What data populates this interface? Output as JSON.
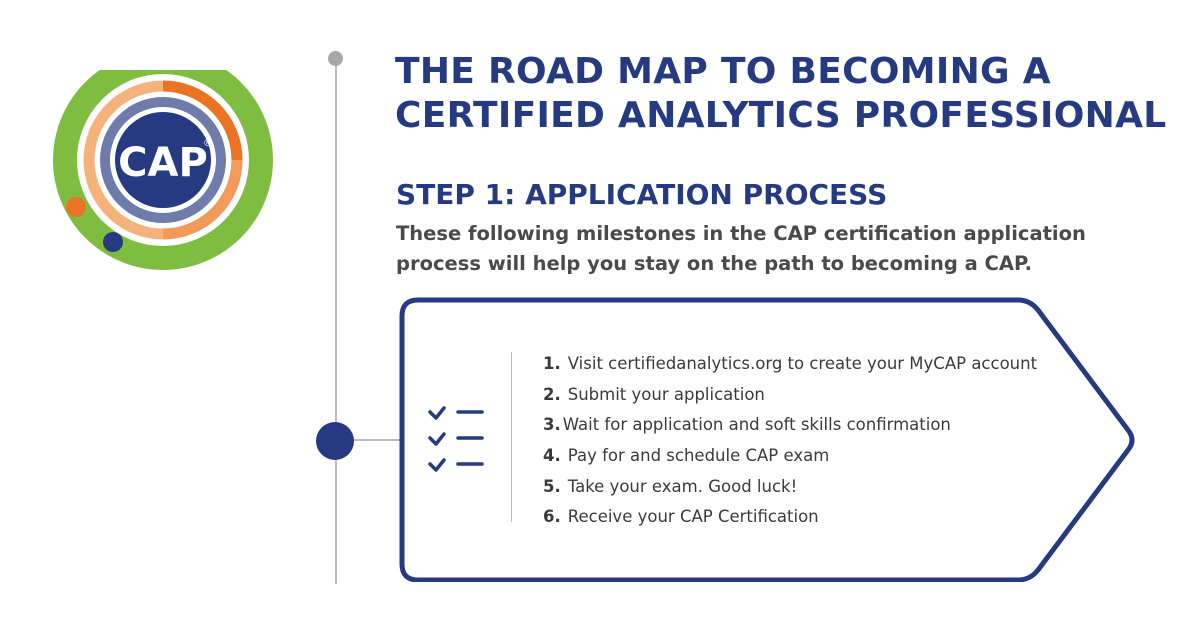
{
  "logo": {
    "text": "CAP",
    "registered_mark": "®",
    "colors": {
      "green": "#7ebd3f",
      "orange": "#ea7424",
      "peach": "#f6b27b",
      "navy": "#253a80",
      "slate": "#6f7bab"
    }
  },
  "header": {
    "title": "THE ROAD MAP TO BECOMING A\nCERTIFIED ANALYTICS PROFESSIONAL"
  },
  "step": {
    "title": "STEP 1: APPLICATION PROCESS",
    "description": "These following milestones in the CAP certification application process will help you stay on the path to becoming a CAP."
  },
  "milestones": [
    {
      "num": "1.",
      "text": "Visit certifiedanalytics.org to create your MyCAP account"
    },
    {
      "num": "2.",
      "text": "Submit your application"
    },
    {
      "num": "3.",
      "text": "Wait for application and soft skills confirmation"
    },
    {
      "num": "4.",
      "text": "Pay for and schedule CAP exam"
    },
    {
      "num": "5.",
      "text": "Take your exam. Good luck!"
    },
    {
      "num": "6.",
      "text": "Receive your CAP Certification"
    }
  ],
  "icons": {
    "checklist": "checklist-icon"
  },
  "colors": {
    "primary": "#253a80",
    "body_text": "#4a4a4a",
    "timeline": "#bcbcbc"
  }
}
